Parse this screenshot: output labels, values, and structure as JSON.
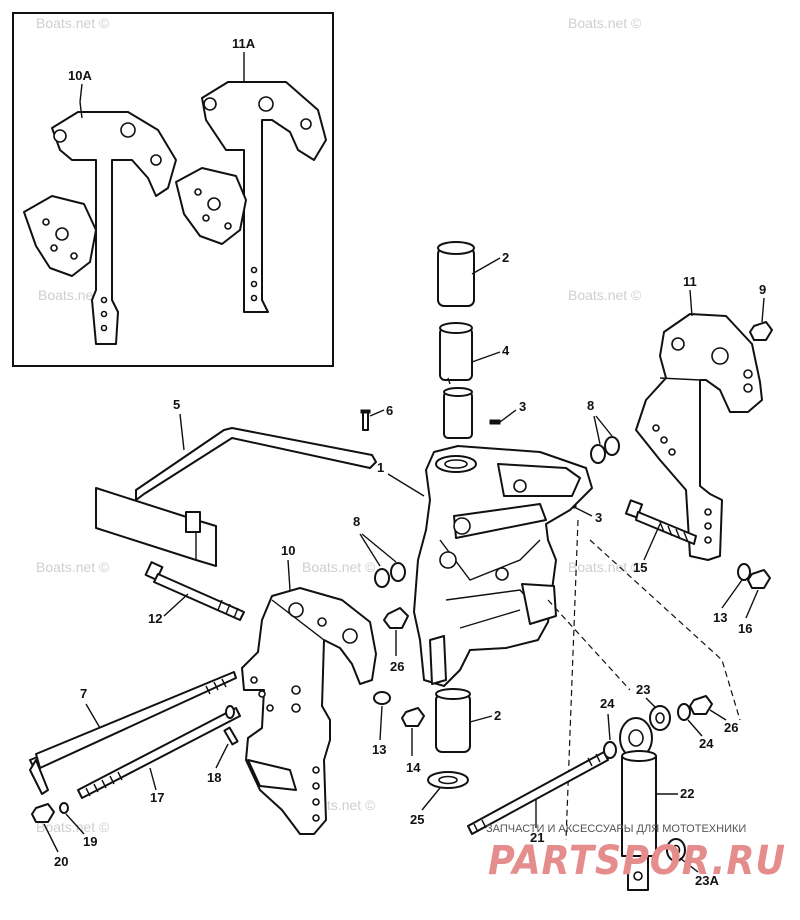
{
  "watermark": "Boats.net ©",
  "brand": {
    "subtitle": "ЗАПЧАСТИ И АКСЕССУАРЫ ДЛЯ МОТОТЕХНИКИ",
    "logo_text": "PARTSPOR.RU"
  },
  "inset_labels": [
    "10A",
    "11A"
  ],
  "callouts": {
    "c1": "1",
    "c2a": "2",
    "c2b": "2",
    "c3a": "3",
    "c3b": "3",
    "c4": "4",
    "c5": "5",
    "c6": "6",
    "c7": "7",
    "c8a": "8",
    "c8b": "8",
    "c9": "9",
    "c10": "10",
    "c11": "11",
    "c12": "12",
    "c13a": "13",
    "c13b": "13",
    "c14": "14",
    "c15": "15",
    "c16": "16",
    "c17": "17",
    "c18": "18",
    "c19": "19",
    "c20": "20",
    "c21": "21",
    "c22": "22",
    "c23": "23",
    "c23a": "23A",
    "c24a": "24",
    "c24b": "24",
    "c25": "25",
    "c26a": "26",
    "c26b": "26"
  }
}
